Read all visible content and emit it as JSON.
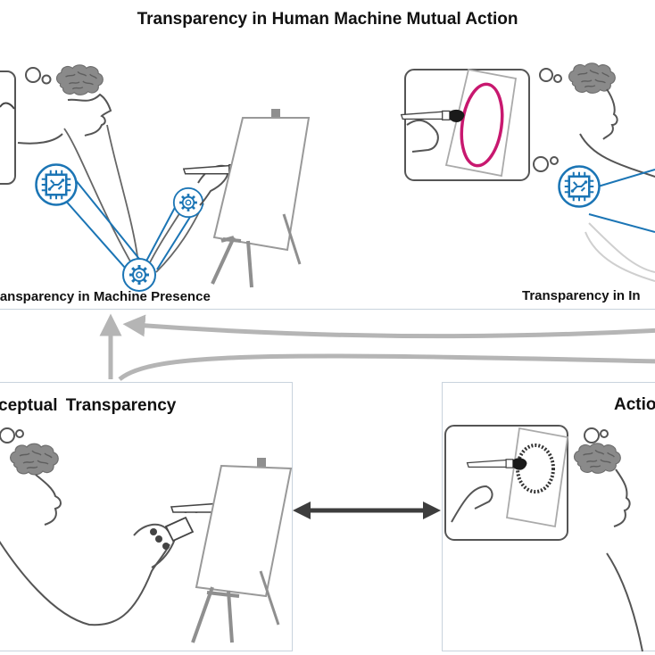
{
  "title": "Transparency in Human Machine Mutual Action",
  "top_panel": {
    "left_caption": "ransparency in Machine Presence",
    "right_caption": "Transparency in In"
  },
  "bottom_left_panel": {
    "caption": "ceptual  Transparency"
  },
  "bottom_right_panel": {
    "caption": "Actio"
  },
  "icons": {
    "brain": "brain-icon",
    "thought_bubble": "thought-bubble-icon",
    "chip": "processor-chip-icon",
    "gear": "gear-icon",
    "easel": "easel-icon",
    "brush": "paintbrush-icon",
    "arrow": "bidirectional-arrow-icon"
  },
  "colors": {
    "panel_border": "#c9d3dd",
    "machine_blue": "#1b75b5",
    "stroke_magenta": "#c8186f",
    "arrow_gray": "#b5b5b5",
    "line_gray": "#555555",
    "brain_gray": "#8a8a8a",
    "dark_arrow": "#3d3d3d"
  }
}
